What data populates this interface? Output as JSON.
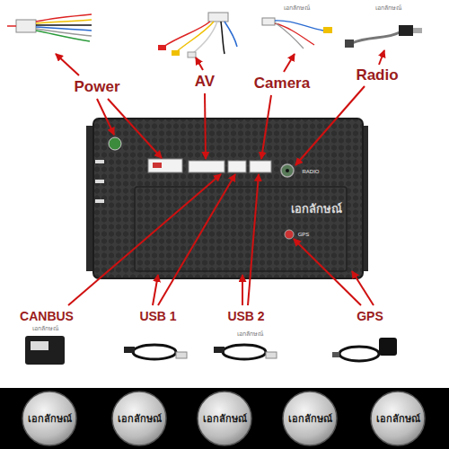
{
  "diagram": {
    "nodes": [
      {
        "text": [
          "เอกลักษณ์"
        ]
      },
      {
        "text": [
          "เอกลักษณ์"
        ]
      },
      {
        "text": [
          "เอกลักษณ์"
        ]
      },
      {
        "text": [
          "เอกลักษณ์"
        ]
      },
      {
        "text": [
          "เอกลักษณ์"
        ]
      }
    ],
    "labels": [
      "Power",
      "AV",
      "Camera",
      "Radio",
      "RADIO",
      "GPS",
      "เอกลักษณ์",
      "CANBUS",
      "USB 1",
      "USB 2",
      "GPS",
      "เอกลักษณ์",
      "เอกลักษณ์",
      "เอกลักษณ์",
      "เอกลักษณ์"
    ]
  }
}
